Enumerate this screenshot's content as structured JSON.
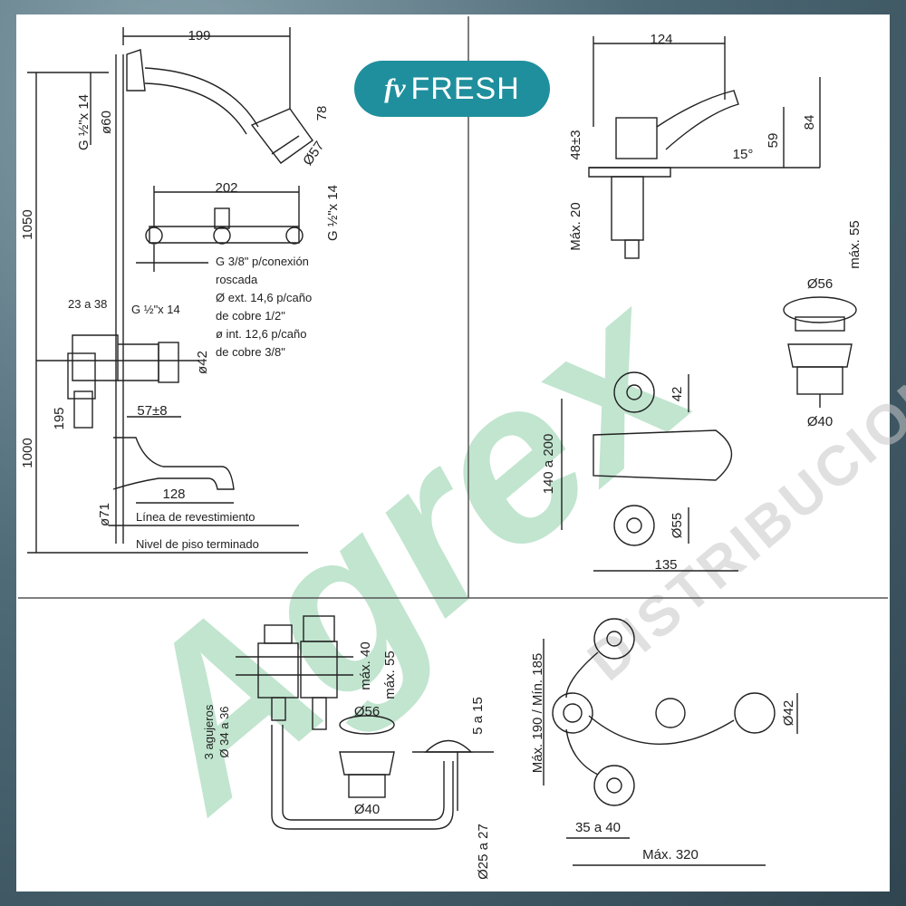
{
  "brand": {
    "logo": "fv",
    "name": "FRESH",
    "color": "#1f8f9d"
  },
  "watermark": {
    "main": "Agrex",
    "sub": "DISTRIBUCIONES",
    "color": "#8fd0a8"
  },
  "shower": {
    "d199": "199",
    "d78": "78",
    "d57": "Ø57",
    "d60": "ø60",
    "g14": "G ½\"x 14",
    "d1050": "1050"
  },
  "valve": {
    "d202": "202",
    "g14": "G ½\"x 14",
    "conn_note": [
      "G 3/8\" p/conexión",
      "roscada",
      "Ø ext. 14,6 p/caño",
      "de cobre 1/2\"",
      "ø int. 12,6 p/caño",
      "de cobre 3/8\""
    ],
    "d23a38": "23 a 38",
    "g14b": "G ½\"x 14",
    "d42": "ø42",
    "d57": "57±8",
    "d195": "195",
    "d1000": "1000"
  },
  "spout": {
    "d128": "128",
    "d71": "ø71",
    "line1": "Línea de revestimiento",
    "line2": "Nivel de piso terminado"
  },
  "basin": {
    "d124": "124",
    "d48": "48±3",
    "d15": "15°",
    "d59": "59",
    "d84": "84",
    "dmax20": "Máx. 20",
    "dmax55": "máx. 55",
    "d56": "Ø56",
    "d40": "Ø40",
    "d42": "42",
    "d140": "140 a 200",
    "d55": "Ø55",
    "d135": "135"
  },
  "bidet": {
    "holes": [
      "3 agujeros",
      "Ø 34 a 36"
    ],
    "dmax40": "máx. 40",
    "dmax55": "máx. 55",
    "d56": "Ø56",
    "d5a15": "5 a 15",
    "d40": "Ø40",
    "d25": "Ø25 a 27",
    "d190": "Máx. 190 / Mín. 185",
    "d42": "Ø42",
    "d35": "35 a 40",
    "dmax320": "Máx. 320"
  }
}
